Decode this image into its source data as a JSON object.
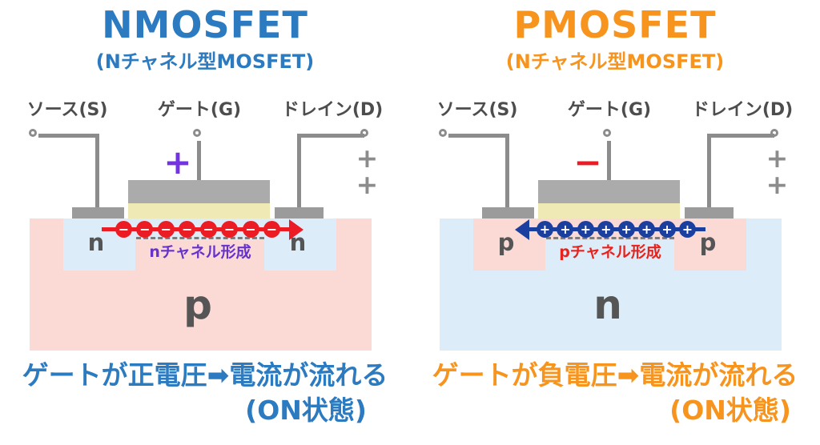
{
  "panels": [
    {
      "id": "nmosfet",
      "accent": "#2c7bc0",
      "title": "NMOSFET",
      "subtitle": "(Nチャネル型MOSFET)",
      "terminals": {
        "source": "ソース(S)",
        "gate": "ゲート(G)",
        "drain": "ドレイン(D)"
      },
      "gate_sign": "+",
      "gate_sign_color": "#7433e0",
      "drain_sign": "+ +",
      "drain_sign_color": "#8c8c8c",
      "substrate": {
        "label": "p",
        "color": "#fbdad6"
      },
      "wells": {
        "label_source": "n",
        "label_drain": "n",
        "color": "#dcedf9"
      },
      "channel": {
        "label": "nチャネル形成",
        "label_color": "#6633cc",
        "carrier_symbol": "−",
        "carrier_count": 8,
        "carrier_color": "#ec1c24",
        "arrow_direction": "right"
      },
      "caption_line1": "ゲートが正電圧➡電流が流れる",
      "caption_line2": "(ON状態)"
    },
    {
      "id": "pmosfet",
      "accent": "#f7941e",
      "title": "PMOSFET",
      "subtitle": "(Nチャネル型MOSFET)",
      "terminals": {
        "source": "ソース(S)",
        "gate": "ゲート(G)",
        "drain": "ドレイン(D)"
      },
      "gate_sign": "−",
      "gate_sign_color": "#ec1c24",
      "drain_sign": "+ +",
      "drain_sign_color": "#8c8c8c",
      "substrate": {
        "label": "n",
        "color": "#dcedf9"
      },
      "wells": {
        "label_source": "p",
        "label_drain": "p",
        "color": "#fbdad6"
      },
      "channel": {
        "label": "pチャネル形成",
        "label_color": "#e8221c",
        "carrier_symbol": "+",
        "carrier_count": 8,
        "carrier_color": "#1b3f9e",
        "arrow_direction": "left"
      },
      "caption_line1": "ゲートが負電圧➡電流が流れる",
      "caption_line2": "(ON状態)"
    }
  ]
}
